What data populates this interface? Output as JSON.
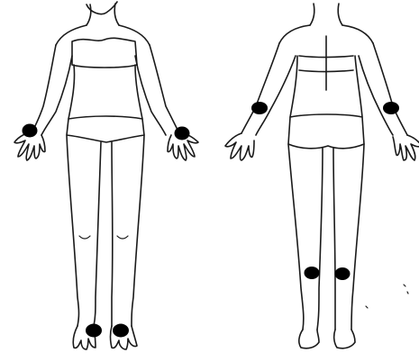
{
  "figure": {
    "views": [
      {
        "id": "front",
        "markers": [
          "right-wrist",
          "left-wrist",
          "right-foot",
          "left-foot"
        ]
      },
      {
        "id": "back",
        "markers": [
          "left-elbow",
          "right-elbow",
          "left-knee",
          "right-knee"
        ]
      }
    ],
    "colors": {
      "outline": "#1a1a1a",
      "marker": "#000000",
      "background": "#ffffff"
    }
  }
}
